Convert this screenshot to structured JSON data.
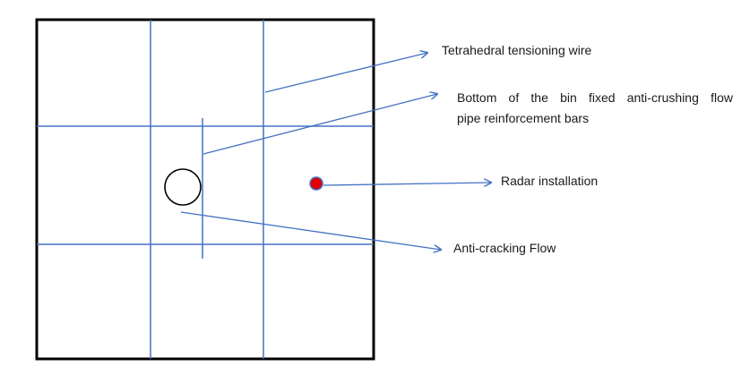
{
  "colors": {
    "frame": "#000000",
    "lines": "#4472c4",
    "radar_fill": "#e00000",
    "radar_stroke": "#4472c4",
    "text": "#1a1a1a"
  },
  "labels": {
    "tensioning_wire": "Tetrahedral tensioning wire",
    "reinforcement_bars_line1_words": [
      "Bottom",
      "of",
      "the",
      "bin",
      "fixed",
      "anti-crushing",
      "flow"
    ],
    "reinforcement_bars_line2": "pipe reinforcement bars",
    "radar": "Radar installation",
    "anti_cracking_flow": "Anti-cracking Flow"
  }
}
